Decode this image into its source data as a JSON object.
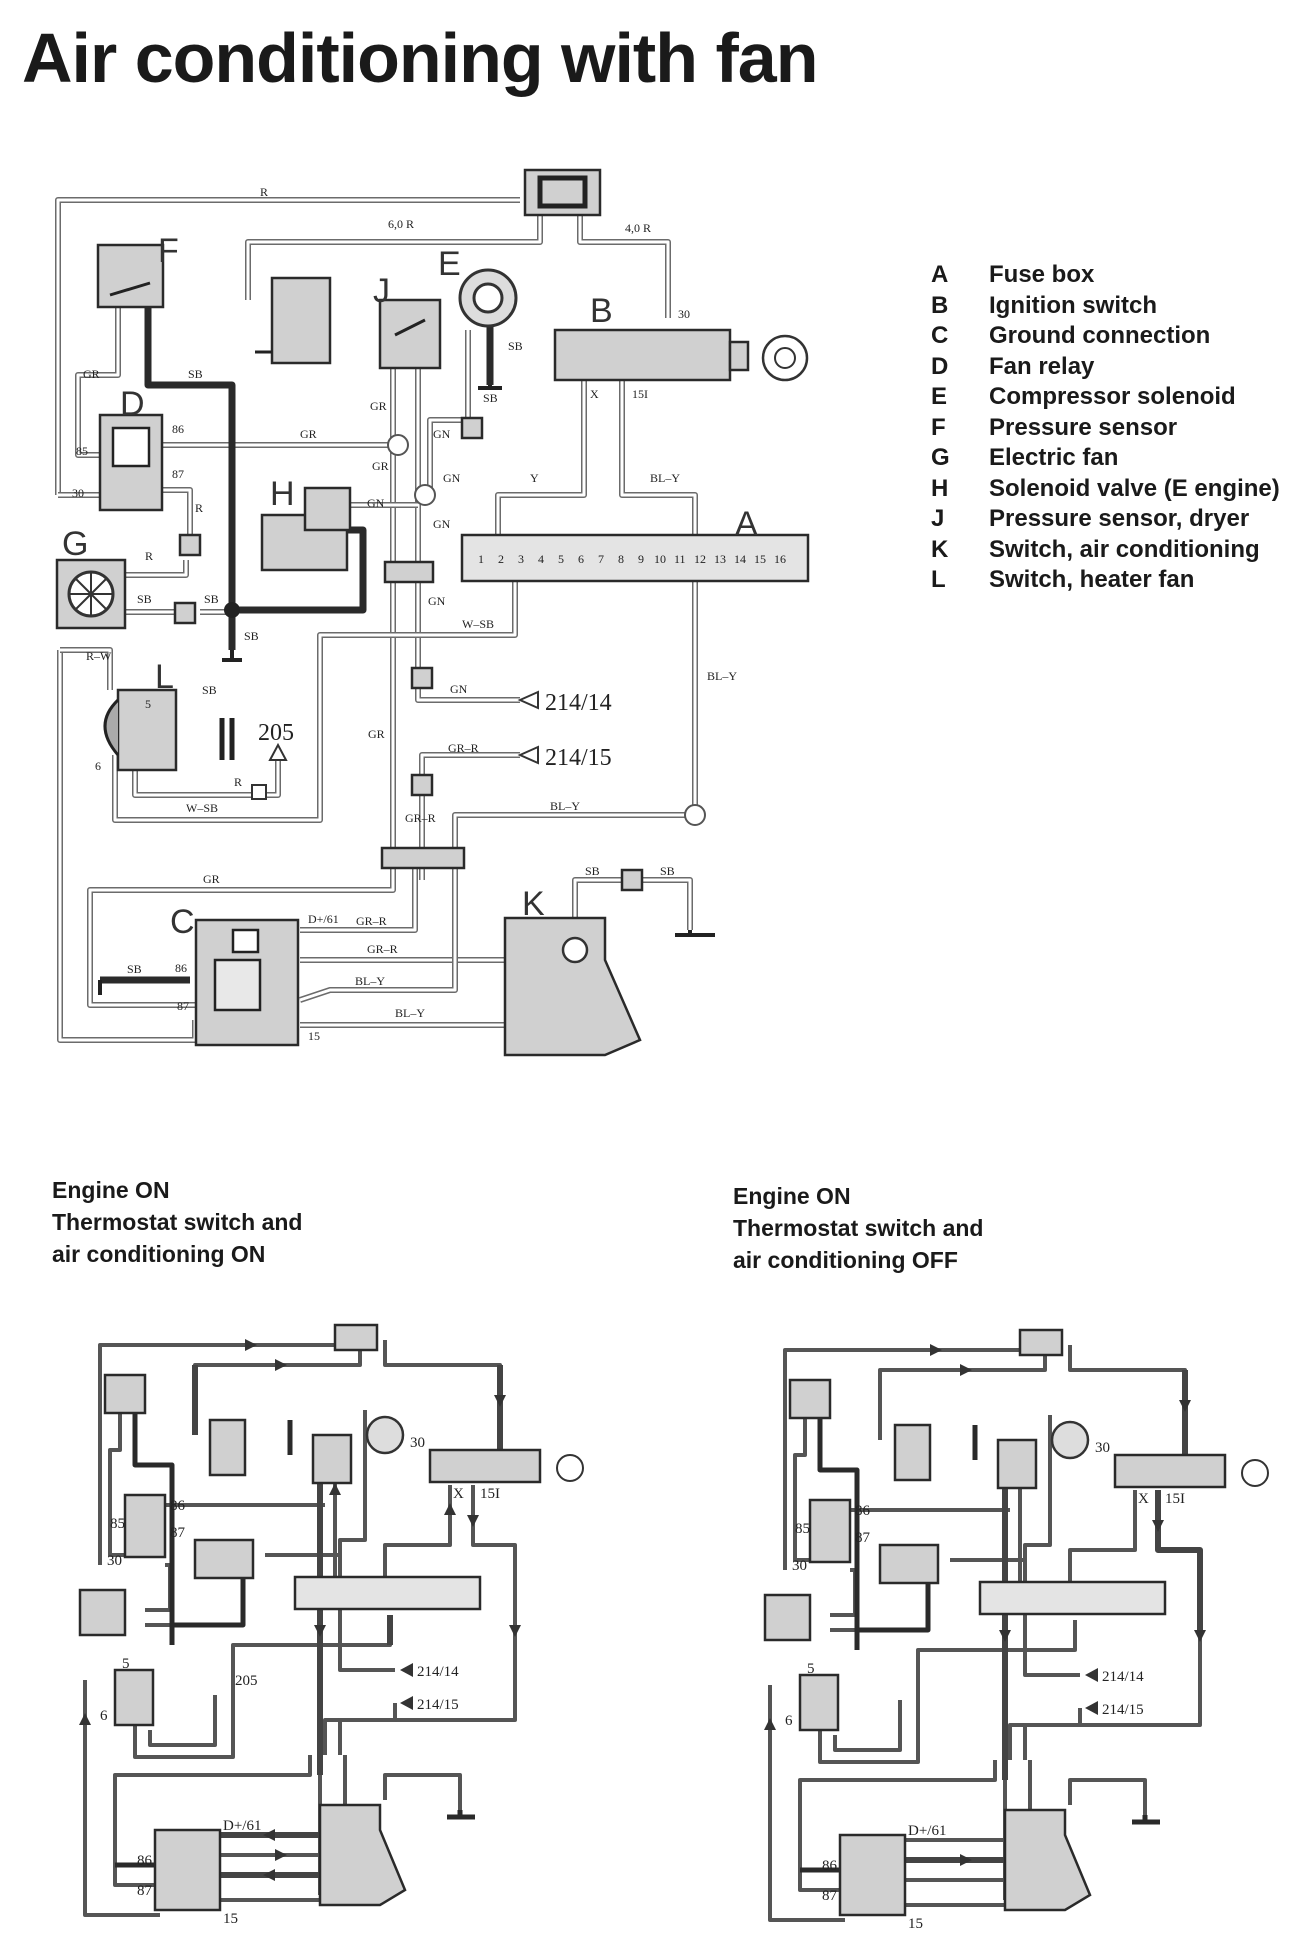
{
  "title": "Air conditioning with fan",
  "legend": [
    {
      "letter": "A",
      "label": "Fuse box"
    },
    {
      "letter": "B",
      "label": "Ignition switch"
    },
    {
      "letter": "C",
      "label": "Ground connection"
    },
    {
      "letter": "D",
      "label": "Fan relay"
    },
    {
      "letter": "E",
      "label": "Compressor solenoid"
    },
    {
      "letter": "F",
      "label": "Pressure sensor"
    },
    {
      "letter": "G",
      "label": "Electric fan"
    },
    {
      "letter": "H",
      "label": "Solenoid valve  (E engine)"
    },
    {
      "letter": "J",
      "label": "Pressure sensor, dryer"
    },
    {
      "letter": "K",
      "label": "Switch, air conditioning"
    },
    {
      "letter": "L",
      "label": "Switch, heater fan"
    }
  ],
  "main_diagram": {
    "component_letters": {
      "A": "A",
      "B": "B",
      "C": "C",
      "D": "D",
      "E": "E",
      "F": "F",
      "G": "G",
      "H": "H",
      "J": "J",
      "K": "K",
      "L": "L"
    },
    "wire_labels": {
      "r_top": "R",
      "r60": "6,0 R",
      "r40": "4,0 R",
      "gr_f": "GR",
      "sb_f": "SB",
      "gr_d": "GR",
      "r_d": "R",
      "r_g": "R",
      "sb_g": "SB",
      "sb_g2": "SB",
      "sb_gnd": "SB",
      "gr_j": "GR",
      "gr_j2": "GR",
      "gn_e": "GN",
      "gn_e2": "GN",
      "gn_h": "GN",
      "gn_h2": "GN",
      "sb_e": "SB",
      "sb_e2": "SB",
      "y": "Y",
      "bl_y": "BL–Y",
      "x": "X",
      "t15i": "15I",
      "t30": "30",
      "t86": "86",
      "t85": "85",
      "t87": "87",
      "t30d": "30",
      "gn_a": "GN",
      "w_sb": "W–SB",
      "gn_b": "GN",
      "bl_y2": "BL–Y",
      "r_w": "R–W",
      "sb_l": "SB",
      "t5": "5",
      "t6": "6",
      "r_l": "R",
      "w_sb2": "W–SB",
      "gr_mid": "GR",
      "gr_r": "GR–R",
      "gr_r2": "GR–R",
      "bl_y3": "BL–Y",
      "gr_c": "GR",
      "d61": "D+/61",
      "gr_r3": "GR–R",
      "gr_r4": "GR–R",
      "bl_y4": "BL–Y",
      "bl_y5": "BL–Y",
      "sb_c": "SB",
      "t86c": "86",
      "t87c": "87",
      "t15c": "15",
      "sb_k": "SB",
      "sb_k2": "SB"
    },
    "fuse_numbers": [
      "1",
      "2",
      "3",
      "4",
      "5",
      "6",
      "7",
      "8",
      "9",
      "10",
      "11",
      "12",
      "13",
      "14",
      "15",
      "16"
    ],
    "refs": {
      "r214_14": "214/14",
      "r214_15": "214/15",
      "r205": "205"
    }
  },
  "sub_diagrams": [
    {
      "caption": [
        "Engine ON",
        "Thermostat switch and",
        "air conditioning ON"
      ],
      "labels": {
        "t30": "30",
        "x": "X",
        "t15i": "15I",
        "t86": "86",
        "t85": "85",
        "t87": "87",
        "t30d": "30",
        "t5": "5",
        "t6": "6",
        "d61": "D+/61",
        "t86c": "86",
        "t87c": "87",
        "t15c": "15",
        "r214_14": "214/14",
        "r214_15": "214/15",
        "r205": "205"
      }
    },
    {
      "caption": [
        "Engine ON",
        "Thermostat switch and",
        "air conditioning OFF"
      ],
      "labels": {
        "t30": "30",
        "x": "X",
        "t15i": "15I",
        "t86": "86",
        "t85": "85",
        "t87": "87",
        "t30d": "30",
        "t5": "5",
        "t6": "6",
        "d61": "D+/61",
        "t86c": "86",
        "t87c": "87",
        "t15c": "15",
        "r214_14": "214/14",
        "r214_15": "214/15"
      }
    }
  ]
}
